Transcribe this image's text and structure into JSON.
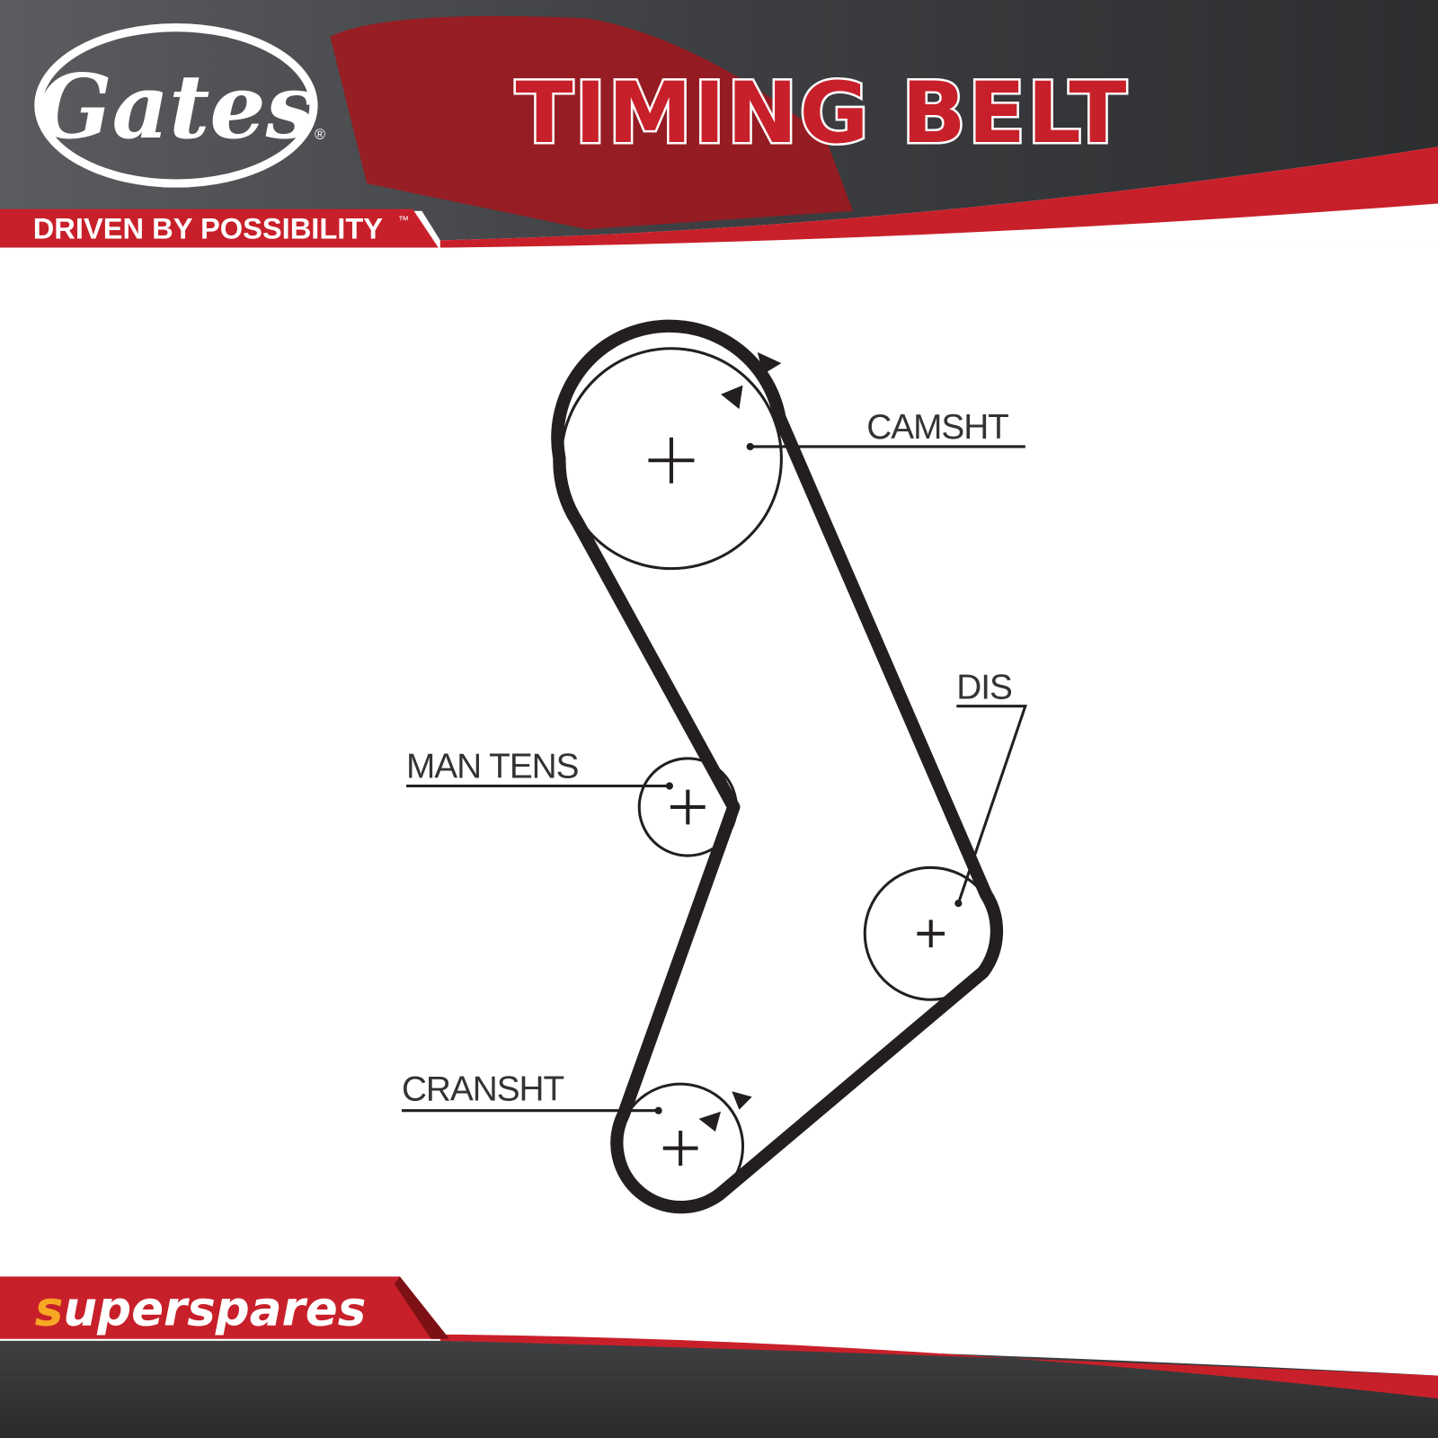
{
  "header": {
    "brand_logo": "Gates",
    "title": "TIMING BELT",
    "tagline": "DRIVEN BY POSSIBILITY",
    "tagline_tm": "™",
    "registered": "®"
  },
  "diagram": {
    "labels": {
      "camshaft": "CAMSHT",
      "man_tens": "MAN TENS",
      "dis": "DIS",
      "crankshaft": "CRANSHT"
    }
  },
  "footer": {
    "brand_first": "s",
    "brand_rest": "uperspares"
  },
  "colors": {
    "red": "#c8202a",
    "dark": "#3a3b3d",
    "belt": "#231f20",
    "accent": "#f7a823"
  }
}
